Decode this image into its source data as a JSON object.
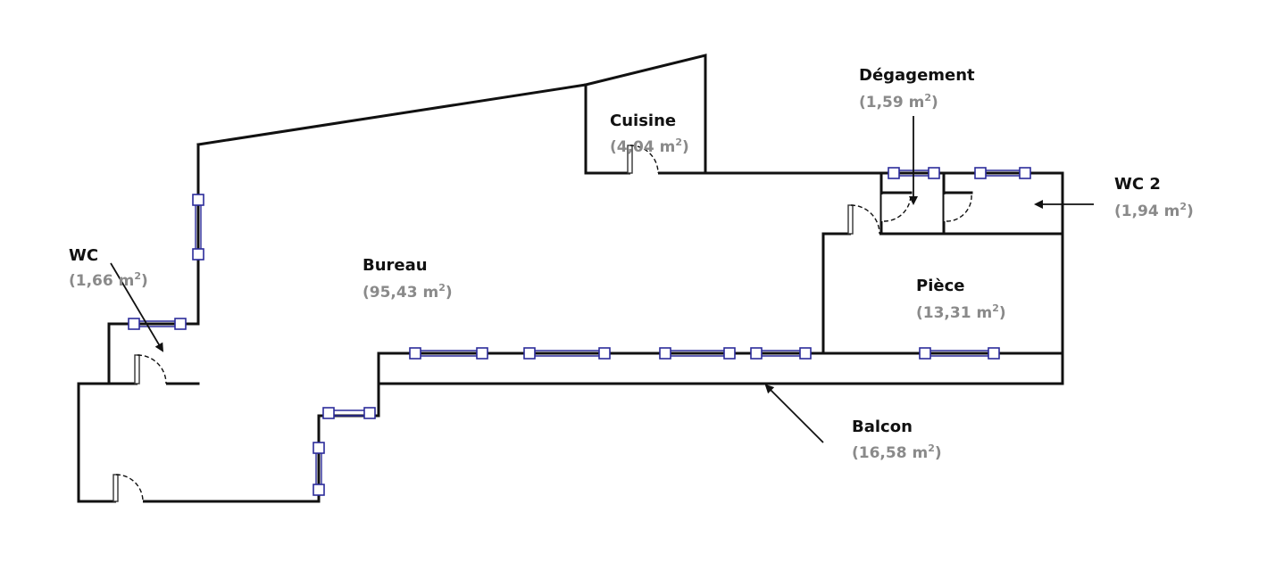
{
  "rooms": [
    {
      "id": "wc",
      "name": "WC",
      "area_value": "(1,66 m",
      "area_sup": "2",
      "area_close": ")"
    },
    {
      "id": "bureau",
      "name": "Bureau",
      "area_value": "(95,43 m",
      "area_sup": "2",
      "area_close": ")"
    },
    {
      "id": "cuisine",
      "name": "Cuisine",
      "area_value": "(4,04 m",
      "area_sup": "2",
      "area_close": ")"
    },
    {
      "id": "degagement",
      "name": "Dégagement",
      "area_value": "(1,59 m",
      "area_sup": "2",
      "area_close": ")"
    },
    {
      "id": "wc2",
      "name": "WC 2",
      "area_value": "(1,94 m",
      "area_sup": "2",
      "area_close": ")"
    },
    {
      "id": "piece",
      "name": "Pièce",
      "area_value": "(13,31 m",
      "area_sup": "2",
      "area_close": ")"
    },
    {
      "id": "balcon",
      "name": "Balcon",
      "area_value": "(16,58 m",
      "area_sup": "2",
      "area_close": ")"
    }
  ],
  "colors": {
    "wall": "#111111",
    "window": "#2b2b9a",
    "room_name": "#111111",
    "room_area": "#8a8a8a"
  }
}
